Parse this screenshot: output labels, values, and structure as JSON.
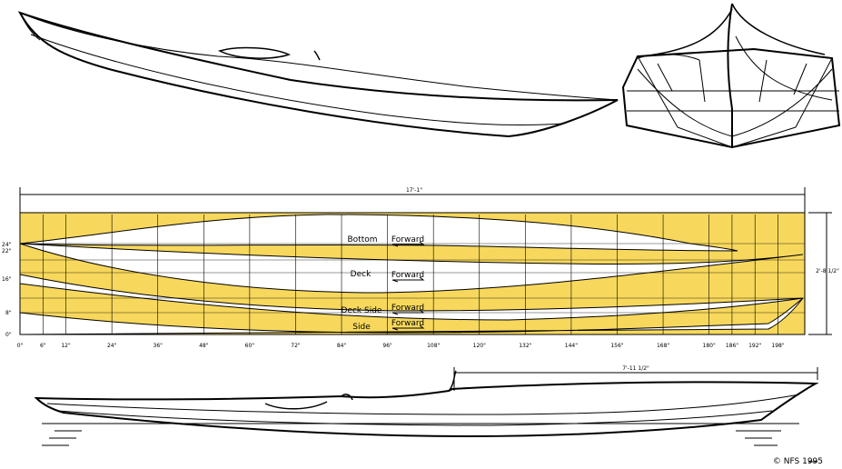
{
  "overall_length": "17'-1\"",
  "width_dim": "2'-8 1/2\"",
  "forward_section_length": "7'-11 1/2\"",
  "panels": [
    {
      "name": "Bottom",
      "direction": "Forward"
    },
    {
      "name": "Deck",
      "direction": "Forward"
    },
    {
      "name": "Deck Side",
      "direction": "Forward"
    },
    {
      "name": "Side",
      "direction": "Forward"
    }
  ],
  "left_scale": [
    "24\"",
    "22\"",
    "16\"",
    "8\"",
    "0\""
  ],
  "stations": [
    "0\"",
    "6\"",
    "12\"",
    "24\"",
    "36\"",
    "48\"",
    "60\"",
    "72\"",
    "84\"",
    "96\"",
    "108\"",
    "120\"",
    "132\"",
    "144\"",
    "156\"",
    "168\"",
    "180\"",
    "186\"",
    "192\"",
    "198\""
  ],
  "copyright": "© NFS 1995",
  "colors": {
    "plywood": "#f7d85c",
    "line": "#000000",
    "paper": "#ffffff"
  }
}
